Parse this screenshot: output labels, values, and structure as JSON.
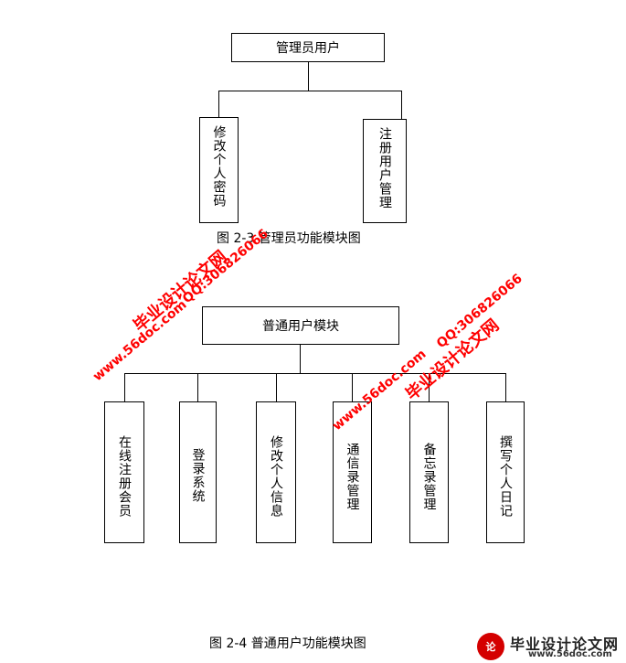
{
  "diagram1": {
    "root": "管理员用户",
    "children": [
      "修改个人密码",
      "注册用户管理"
    ],
    "caption": "图 2-3 管理员功能模块图"
  },
  "diagram2": {
    "root": "普通用户模块",
    "children": [
      "在线注册会员",
      "登录系统",
      "修改个人信息",
      "通信录管理",
      "备忘录管理",
      "撰写个人日记"
    ],
    "caption": "图 2-4 普通用户功能模块图"
  },
  "watermarks": {
    "site_name": "毕业设计论文网",
    "url": "www.56doc.com",
    "qq": "QQ:306826066"
  },
  "logo": {
    "title": "毕业设计论文网",
    "url": "www.56doc.com"
  },
  "colors": {
    "watermark": "#ff0000",
    "line": "#000000"
  }
}
